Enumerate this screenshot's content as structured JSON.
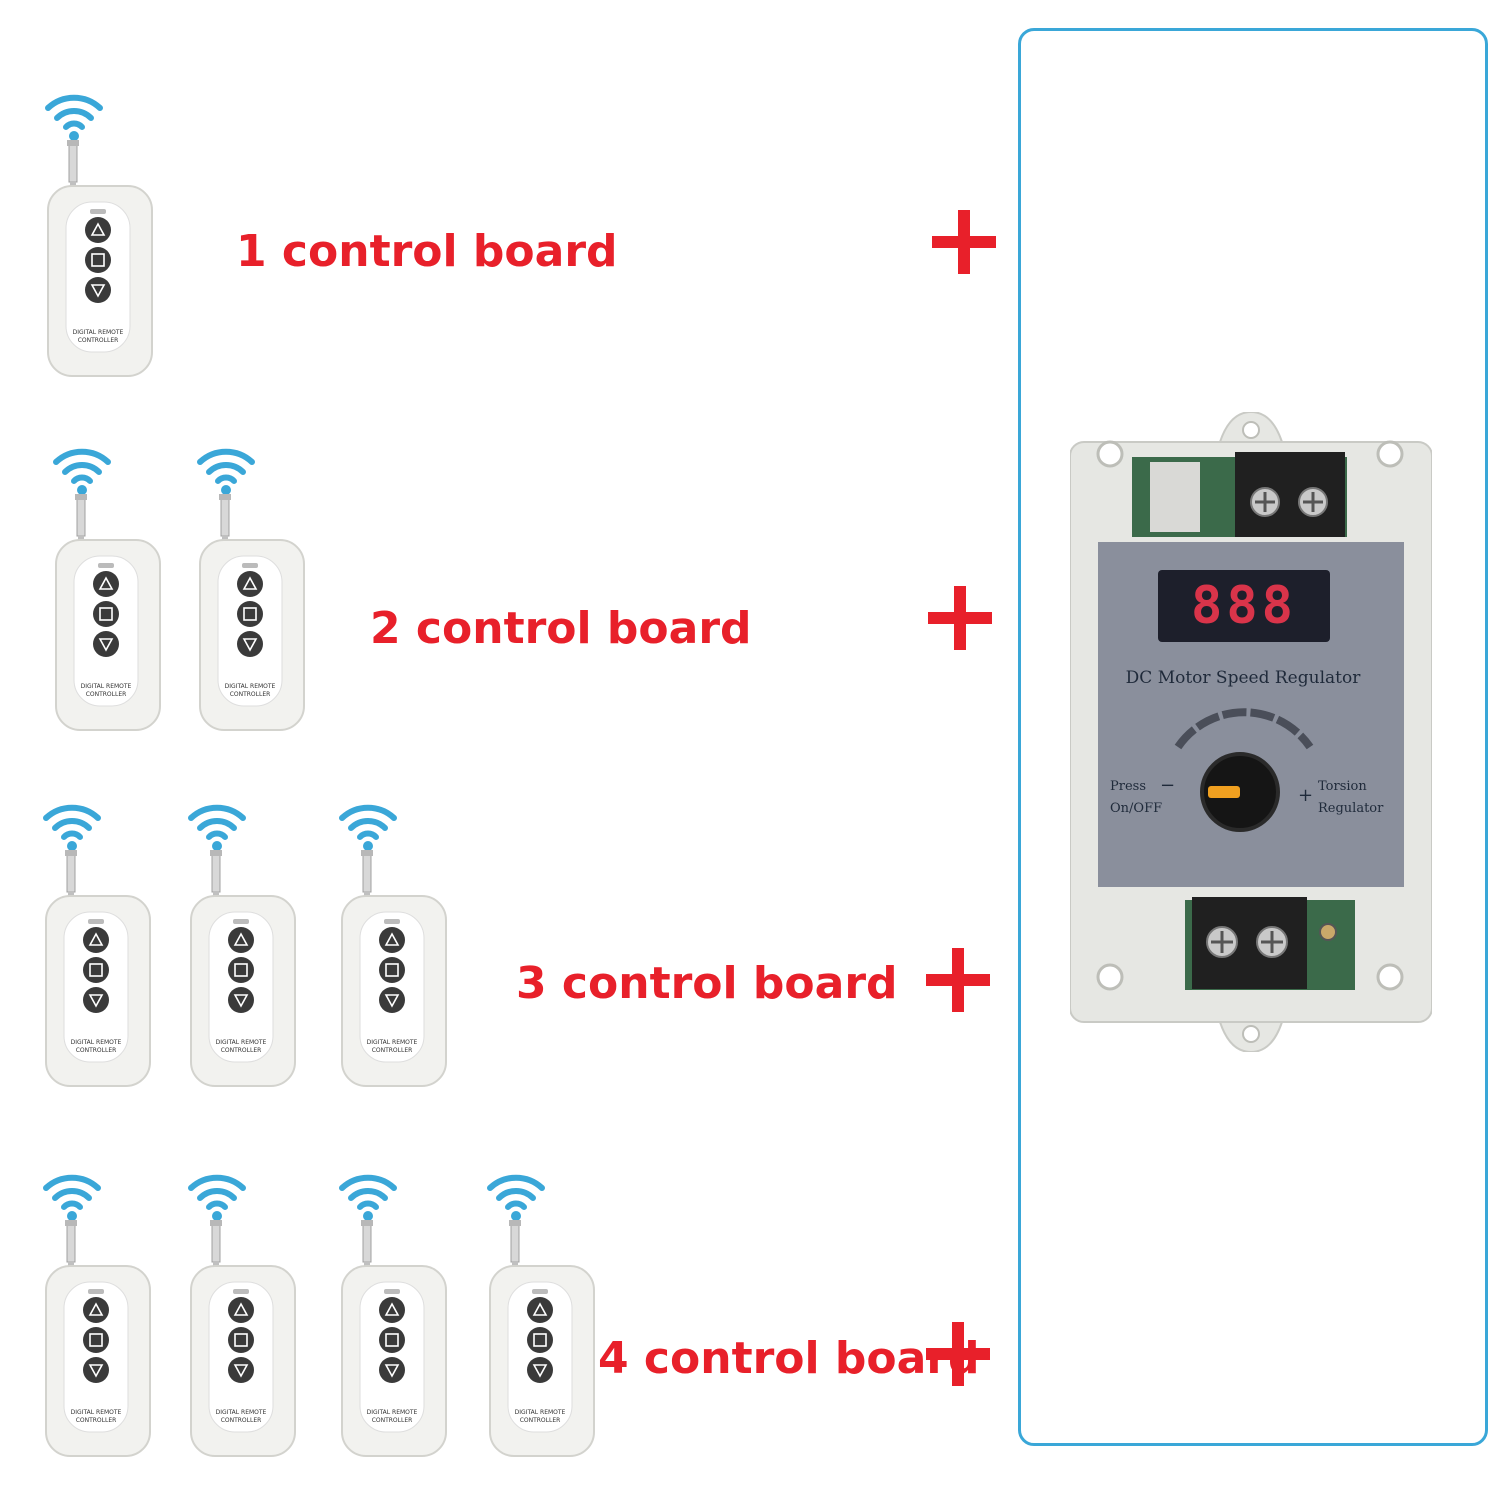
{
  "rows": [
    {
      "label": "1 control board",
      "remotes": 1
    },
    {
      "label": "2 control board",
      "remotes": 2
    },
    {
      "label": "3 control board",
      "remotes": 3
    },
    {
      "label": "4 control board",
      "remotes": 4
    }
  ],
  "remote": {
    "brand_line1": "DIGITAL REMOTE",
    "brand_line2": "CONTROLLER"
  },
  "device": {
    "title": "DC Motor Speed Regulator",
    "display_value": "888",
    "left_text_1": "Press",
    "left_text_2": "On/OFF",
    "right_text_1": "Torsion",
    "right_text_2": "Regulator",
    "minus_sign": "−",
    "plus_sign": "+"
  },
  "colors": {
    "accent_red": "#e8202a",
    "frame_blue": "#3aa7d8",
    "wifi_blue": "#3aa7d8"
  }
}
